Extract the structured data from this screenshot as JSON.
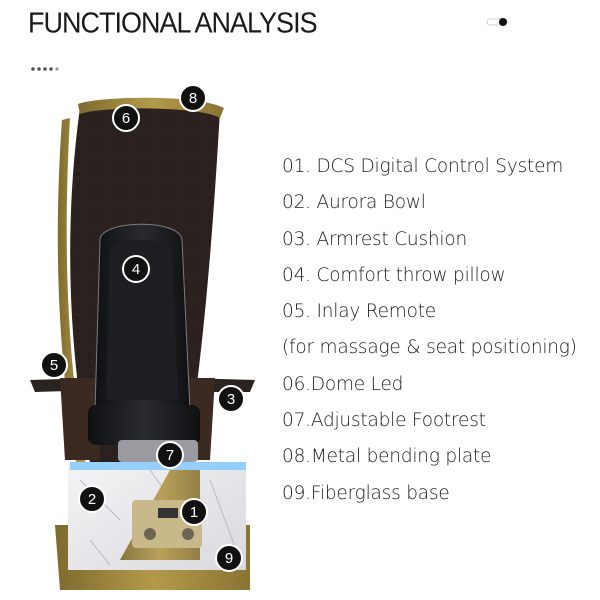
{
  "header": {
    "title": "FUNCTIONAL ANALYSIS"
  },
  "carousel": {
    "toggle_icon": "toggle-switch-icon",
    "pager_icon": "pager-dots-icon"
  },
  "features": [
    "01. DCS Digital Control System",
    "02. Aurora Bowl",
    "03. Armrest Cushion",
    "04. Comfort throw pillow",
    "05. Inlay Remote",
    "(for massage & seat positioning)",
    "06.Dome Led",
    "07.Adjustable Footrest",
    "08.Metal bending plate",
    "09.Fiberglass base"
  ],
  "markers": [
    "1",
    "2",
    "3",
    "4",
    "5",
    "6",
    "7",
    "8",
    "9"
  ],
  "colors": {
    "gold": "#a08a3e",
    "leather_dark": "#2a211e",
    "seat_black": "#1b1c1f",
    "marble": "#e9e9ec",
    "led_blue": "#7fc7ff",
    "marker_black": "#111111"
  }
}
